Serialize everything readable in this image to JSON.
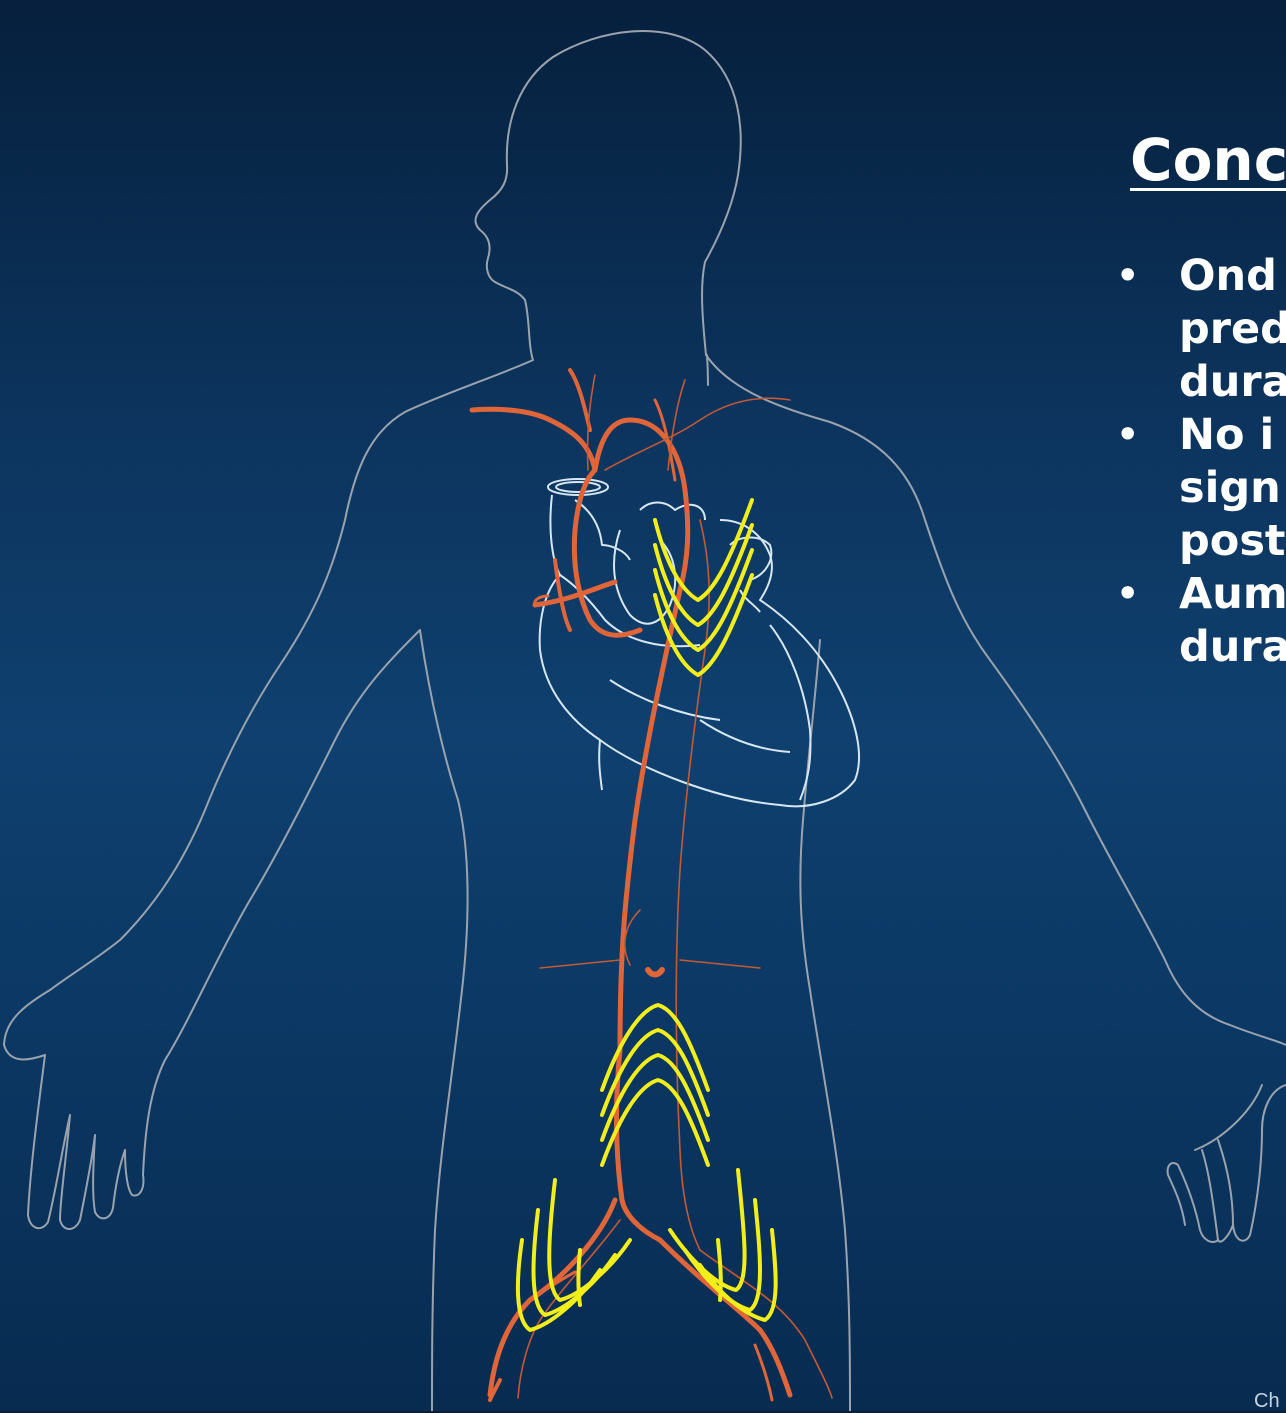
{
  "colors": {
    "background_top": "#06203d",
    "background_mid": "#0f406f",
    "body_outline": "#9aa3ad",
    "artery": "#e0663a",
    "heart_outline": "#d6e6f2",
    "wave": "#f2ee1a",
    "text": "#ffffff"
  },
  "slide": {
    "title": "Conc",
    "bullets": [
      {
        "lines": [
          "Ond",
          "pred",
          "dura"
        ]
      },
      {
        "lines": [
          "No i",
          "sign",
          "post"
        ]
      },
      {
        "lines": [
          "Aum",
          "dura"
        ]
      }
    ],
    "footer": "Ch"
  },
  "figure": {
    "description_icons": [
      "human-silhouette-icon",
      "heart-icon",
      "aorta-icon",
      "pulse-wave-icon"
    ]
  }
}
